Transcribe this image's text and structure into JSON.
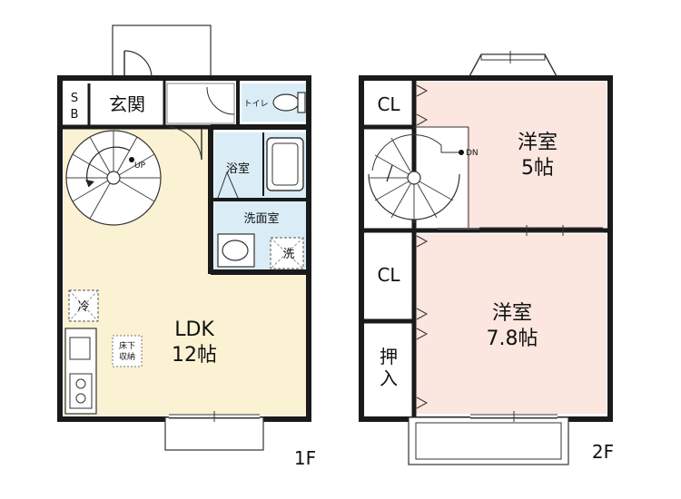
{
  "floor1": {
    "label": "1F",
    "rooms": {
      "sb_top": "S",
      "sb_bottom": "B",
      "entrance": "玄関",
      "toilet": "トイレ",
      "bath": "浴室",
      "washroom": "洗面室",
      "washer": "洗",
      "fridge": "冷",
      "underfloor_line1": "床下",
      "underfloor_line2": "収納",
      "ldk_name": "LDK",
      "ldk_size": "12帖",
      "stair_up": "UP"
    }
  },
  "floor2": {
    "label": "2F",
    "rooms": {
      "closet_top": "CL",
      "closet_mid": "CL",
      "oshiire": "押入",
      "room_top_name": "洋室",
      "room_top_size": "5帖",
      "room_bottom_name": "洋室",
      "room_bottom_size": "7.8帖",
      "stair_dn": "DN"
    }
  },
  "colors": {
    "ldk": "#fbf2d3",
    "wet": "#daedf7",
    "western": "#fbe6e0",
    "wall": "#1a1a1a"
  }
}
